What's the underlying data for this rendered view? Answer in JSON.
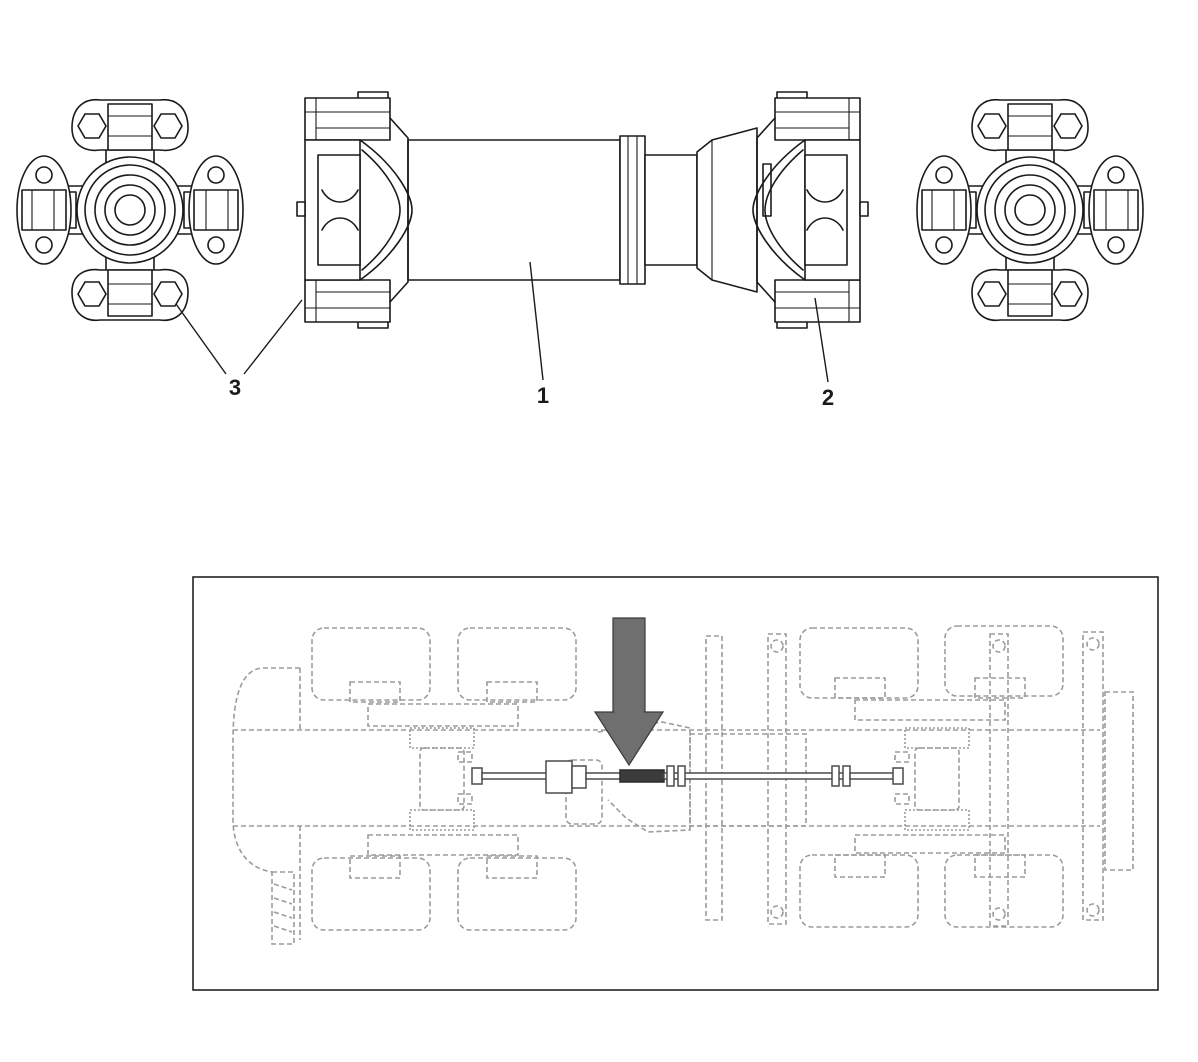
{
  "callouts": [
    "3",
    "1",
    "2"
  ],
  "colors": {
    "line": "#1a1a1a",
    "hidden": "#9b9b9b",
    "arrow": "#6f6f6f",
    "hl": "#3c3c3c"
  }
}
